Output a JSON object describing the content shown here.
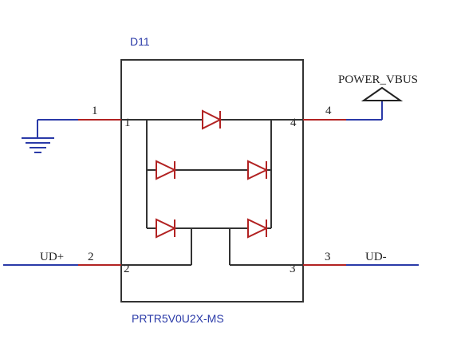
{
  "component": {
    "designator": "D11",
    "part_number": "PRTR5V0U2X-MS"
  },
  "power_label": "POWER_VBUS",
  "pins": {
    "outer_1": "1",
    "inner_1": "1",
    "outer_2": "2",
    "inner_2": "2",
    "outer_3": "3",
    "inner_3": "3",
    "outer_4": "4",
    "inner_4": "4"
  },
  "nets": {
    "ud_plus": "UD+",
    "ud_minus": "UD-"
  },
  "colors": {
    "net_wire": "#2a3aa8",
    "pin_wire": "#b22222",
    "body": "#333333",
    "label_blue": "#2a3aa8"
  }
}
